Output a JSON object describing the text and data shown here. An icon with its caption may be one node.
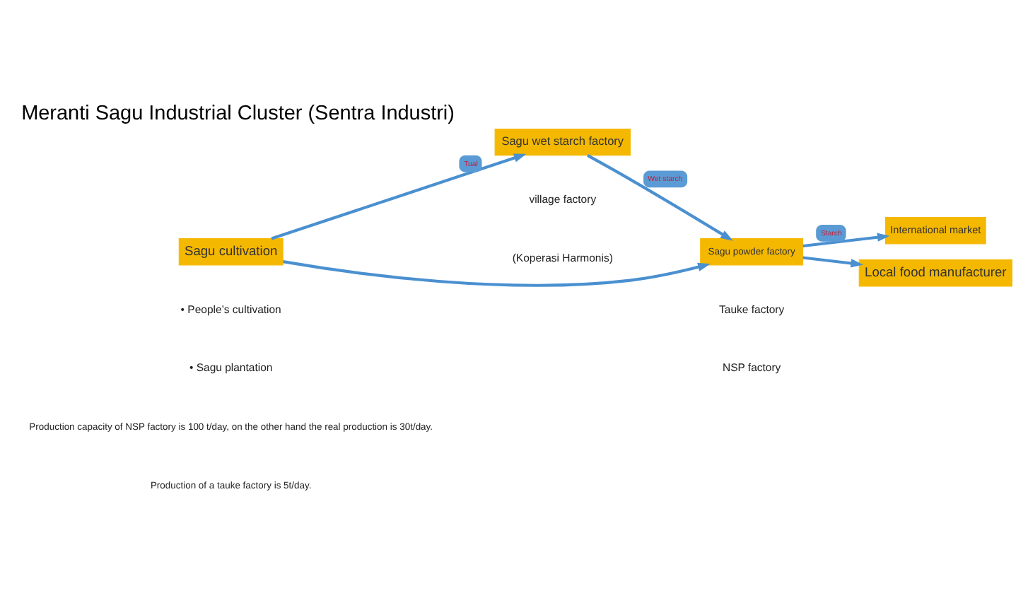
{
  "diagram": {
    "title": "Meranti Sagu Industrial Cluster (Sentra Industri)",
    "nodes": [
      {
        "text": [
          "Sagu cultivation"
        ]
      },
      {
        "text": [
          "Sagu wet starch factory"
        ]
      },
      {
        "text": [
          "Sagu powder factory"
        ]
      },
      {
        "text": [
          "International market"
        ]
      },
      {
        "text": [
          "Local food manufacturer"
        ]
      }
    ],
    "edges": [
      {
        "from": 0,
        "to": 1,
        "arrow": "to",
        "label": "Tual"
      },
      {
        "from": 1,
        "to": 2,
        "arrow": "to",
        "label": "Wet starch"
      },
      {
        "from": 0,
        "to": 2,
        "arrow": "to"
      },
      {
        "from": 2,
        "to": 3,
        "arrow": "to",
        "label": "Starch"
      },
      {
        "from": 2,
        "to": 4,
        "arrow": "to"
      }
    ],
    "labels": [
      "• People’s cultivation",
      "village factory",
      "Tauke factory",
      "• Sagu plantation",
      "(Koperasi Harmonis)",
      "NSP factory",
      "Production capacity of NSP factory is 100 t/day, on the other hand the real production is 30t/day.",
      "Production of a tauke factory is 5t/day."
    ]
  }
}
